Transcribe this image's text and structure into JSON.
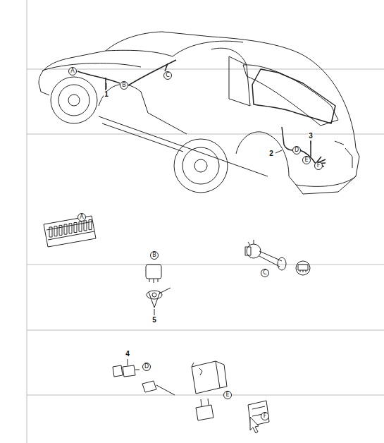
{
  "diagram": {
    "nodes": [
      {
        "text": [
          "A"
        ]
      },
      {
        "text": [
          "B"
        ]
      },
      {
        "text": [
          "C"
        ]
      },
      {
        "text": [
          "D"
        ]
      },
      {
        "text": [
          "E"
        ]
      },
      {
        "text": [
          "F"
        ]
      },
      {
        "text": [
          "A"
        ]
      },
      {
        "text": [
          "B"
        ]
      },
      {
        "text": [
          "C"
        ]
      },
      {
        "text": [
          "D"
        ]
      },
      {
        "text": [
          "E"
        ]
      },
      {
        "text": [
          "F"
        ]
      }
    ],
    "labels": [
      "1",
      "3",
      "2",
      "5",
      "4"
    ]
  }
}
